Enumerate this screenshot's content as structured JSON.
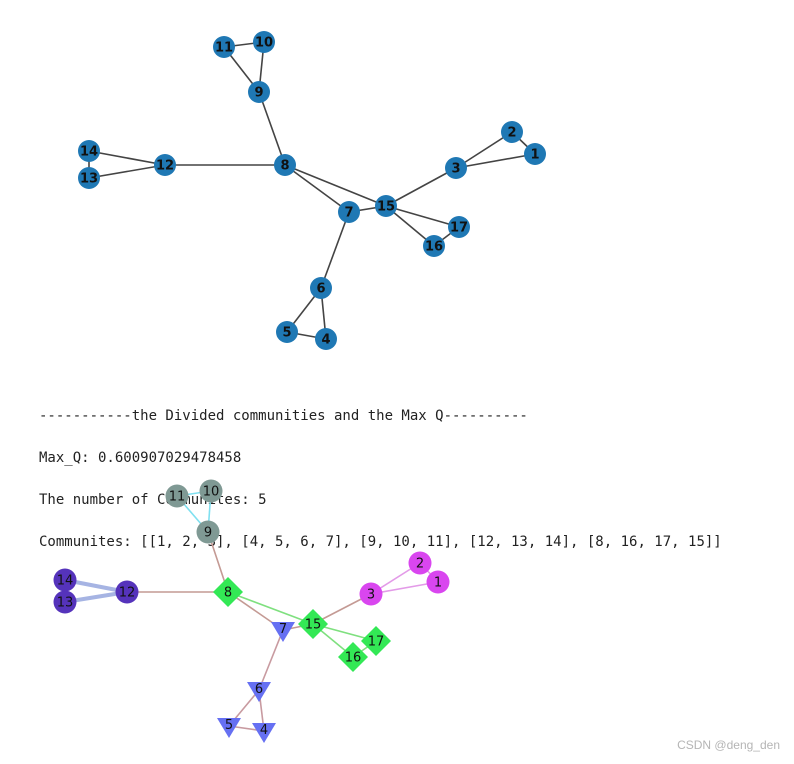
{
  "graph1": {
    "node_color": "#1f78b4",
    "edge_color": "#444444",
    "nodes": [
      {
        "id": "1"
      },
      {
        "id": "2"
      },
      {
        "id": "3"
      },
      {
        "id": "4"
      },
      {
        "id": "5"
      },
      {
        "id": "6"
      },
      {
        "id": "7"
      },
      {
        "id": "8"
      },
      {
        "id": "9"
      },
      {
        "id": "10"
      },
      {
        "id": "11"
      },
      {
        "id": "12"
      },
      {
        "id": "13"
      },
      {
        "id": "14"
      },
      {
        "id": "15"
      },
      {
        "id": "16"
      },
      {
        "id": "17"
      }
    ],
    "edges": [
      [
        "1",
        "2"
      ],
      [
        "1",
        "3"
      ],
      [
        "2",
        "3"
      ],
      [
        "3",
        "15"
      ],
      [
        "15",
        "16"
      ],
      [
        "15",
        "17"
      ],
      [
        "16",
        "17"
      ],
      [
        "15",
        "7"
      ],
      [
        "15",
        "8"
      ],
      [
        "7",
        "8"
      ],
      [
        "7",
        "6"
      ],
      [
        "6",
        "5"
      ],
      [
        "6",
        "4"
      ],
      [
        "5",
        "4"
      ],
      [
        "8",
        "9"
      ],
      [
        "9",
        "10"
      ],
      [
        "9",
        "11"
      ],
      [
        "10",
        "11"
      ],
      [
        "8",
        "12"
      ],
      [
        "12",
        "13"
      ],
      [
        "12",
        "14"
      ],
      [
        "13",
        "14"
      ]
    ]
  },
  "console": {
    "line1": "-----------the Divided communities and the Max Q----------",
    "line2": "Max_Q: 0.600907029478458",
    "line3": "The number of Communites: 5",
    "line4": "Communites: [[1, 2, 3], [4, 5, 6, 7], [9, 10, 11], [12, 13, 14], [8, 16, 17, 15]]"
  },
  "graph2": {
    "communities": [
      {
        "members": [
          "1",
          "2",
          "3"
        ],
        "color": "#d946ef",
        "shape": "circle",
        "edge_color": "#e39be8"
      },
      {
        "members": [
          "4",
          "5",
          "6",
          "7"
        ],
        "color": "#6670f2",
        "shape": "triangle",
        "edge_color": "#c89aa0"
      },
      {
        "members": [
          "9",
          "10",
          "11"
        ],
        "color": "#7f9994",
        "shape": "circle",
        "edge_color": "#7fe0f0"
      },
      {
        "members": [
          "12",
          "13",
          "14"
        ],
        "color": "#5533bb",
        "shape": "circle",
        "edge_color": "#a6b4e3"
      },
      {
        "members": [
          "8",
          "16",
          "17",
          "15"
        ],
        "color": "#33e855",
        "shape": "diamond",
        "edge_color": "#7fe07f"
      }
    ],
    "inter_edge_color": "#c49a94",
    "edges": [
      [
        "1",
        "2"
      ],
      [
        "1",
        "3"
      ],
      [
        "2",
        "3"
      ],
      [
        "3",
        "15"
      ],
      [
        "15",
        "16"
      ],
      [
        "15",
        "17"
      ],
      [
        "16",
        "17"
      ],
      [
        "15",
        "7"
      ],
      [
        "15",
        "8"
      ],
      [
        "7",
        "8"
      ],
      [
        "7",
        "6"
      ],
      [
        "6",
        "5"
      ],
      [
        "6",
        "4"
      ],
      [
        "5",
        "4"
      ],
      [
        "8",
        "9"
      ],
      [
        "9",
        "10"
      ],
      [
        "9",
        "11"
      ],
      [
        "10",
        "11"
      ],
      [
        "8",
        "12"
      ],
      [
        "12",
        "13"
      ],
      [
        "12",
        "14"
      ],
      [
        "13",
        "14"
      ]
    ]
  },
  "watermark": "CSDN @deng_den"
}
